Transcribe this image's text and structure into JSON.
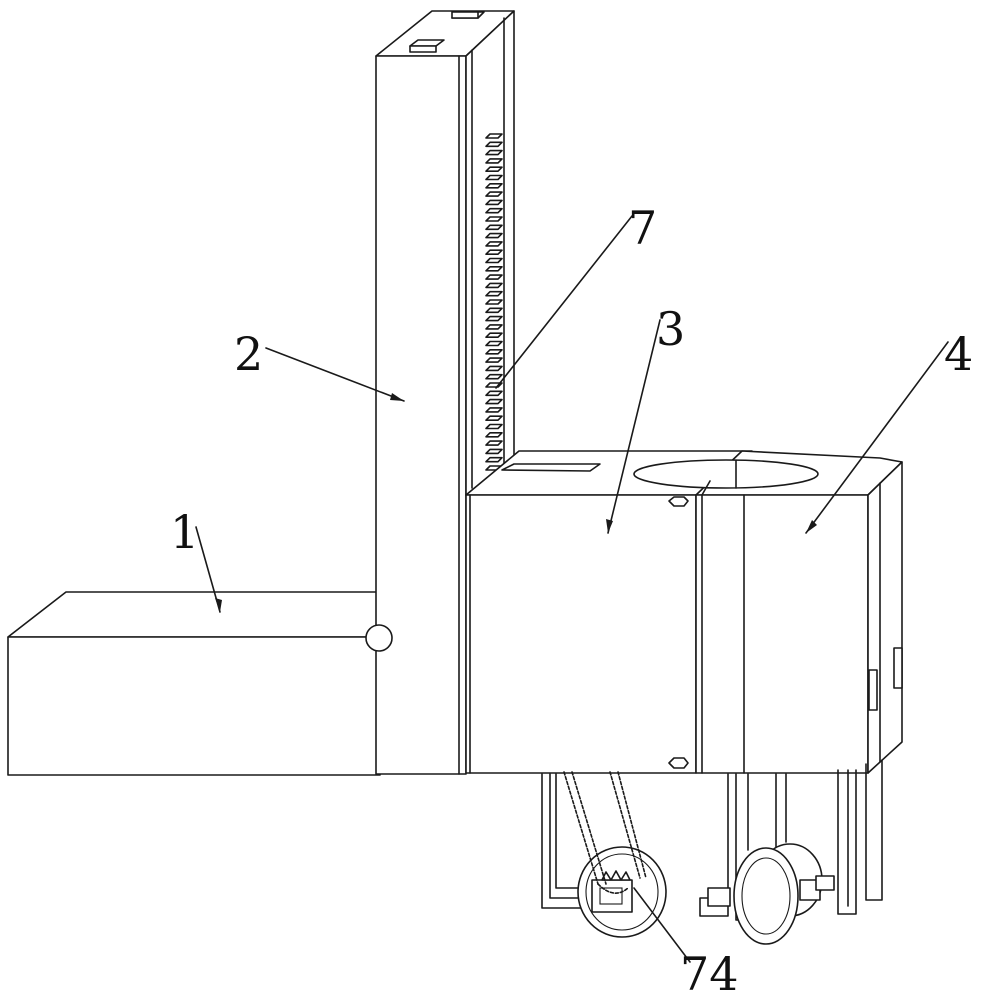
{
  "labels": {
    "part_1": "1",
    "part_2": "2",
    "part_3": "3",
    "part_4": "4",
    "part_7": "7",
    "part_74": "74"
  },
  "colors": {
    "line": "#1a1a1a",
    "background": "#ffffff"
  }
}
